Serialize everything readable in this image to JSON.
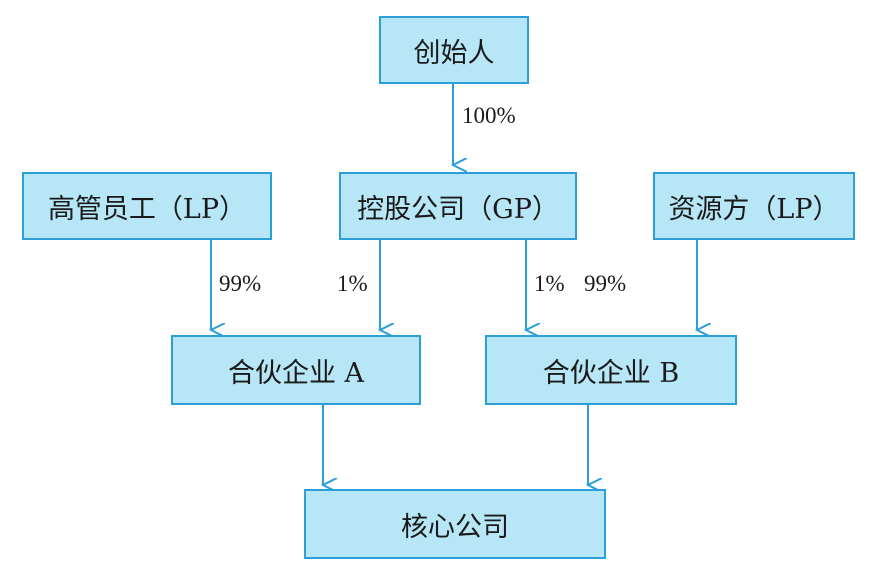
{
  "colors": {
    "box_fill": "#b7e7f7",
    "box_border": "#2a9fd8",
    "arrow": "#2a9fd8",
    "text": "#1a1a1a"
  },
  "nodes": {
    "founder": "创始人",
    "executives": "高管员工（LP）",
    "holding": "控股公司（GP）",
    "resource": "资源方（LP）",
    "partnership_a": "合伙企业 A",
    "partnership_b": "合伙企业 B",
    "core": "核心公司"
  },
  "edges": [
    {
      "from": "founder",
      "to": "holding",
      "label": "100%"
    },
    {
      "from": "executives",
      "to": "partnership_a",
      "label": "99%"
    },
    {
      "from": "holding",
      "to": "partnership_a",
      "label": "1%"
    },
    {
      "from": "holding",
      "to": "partnership_b",
      "label": "1%"
    },
    {
      "from": "resource",
      "to": "partnership_b",
      "label": "99%"
    },
    {
      "from": "partnership_a",
      "to": "core",
      "label": ""
    },
    {
      "from": "partnership_b",
      "to": "core",
      "label": ""
    }
  ]
}
